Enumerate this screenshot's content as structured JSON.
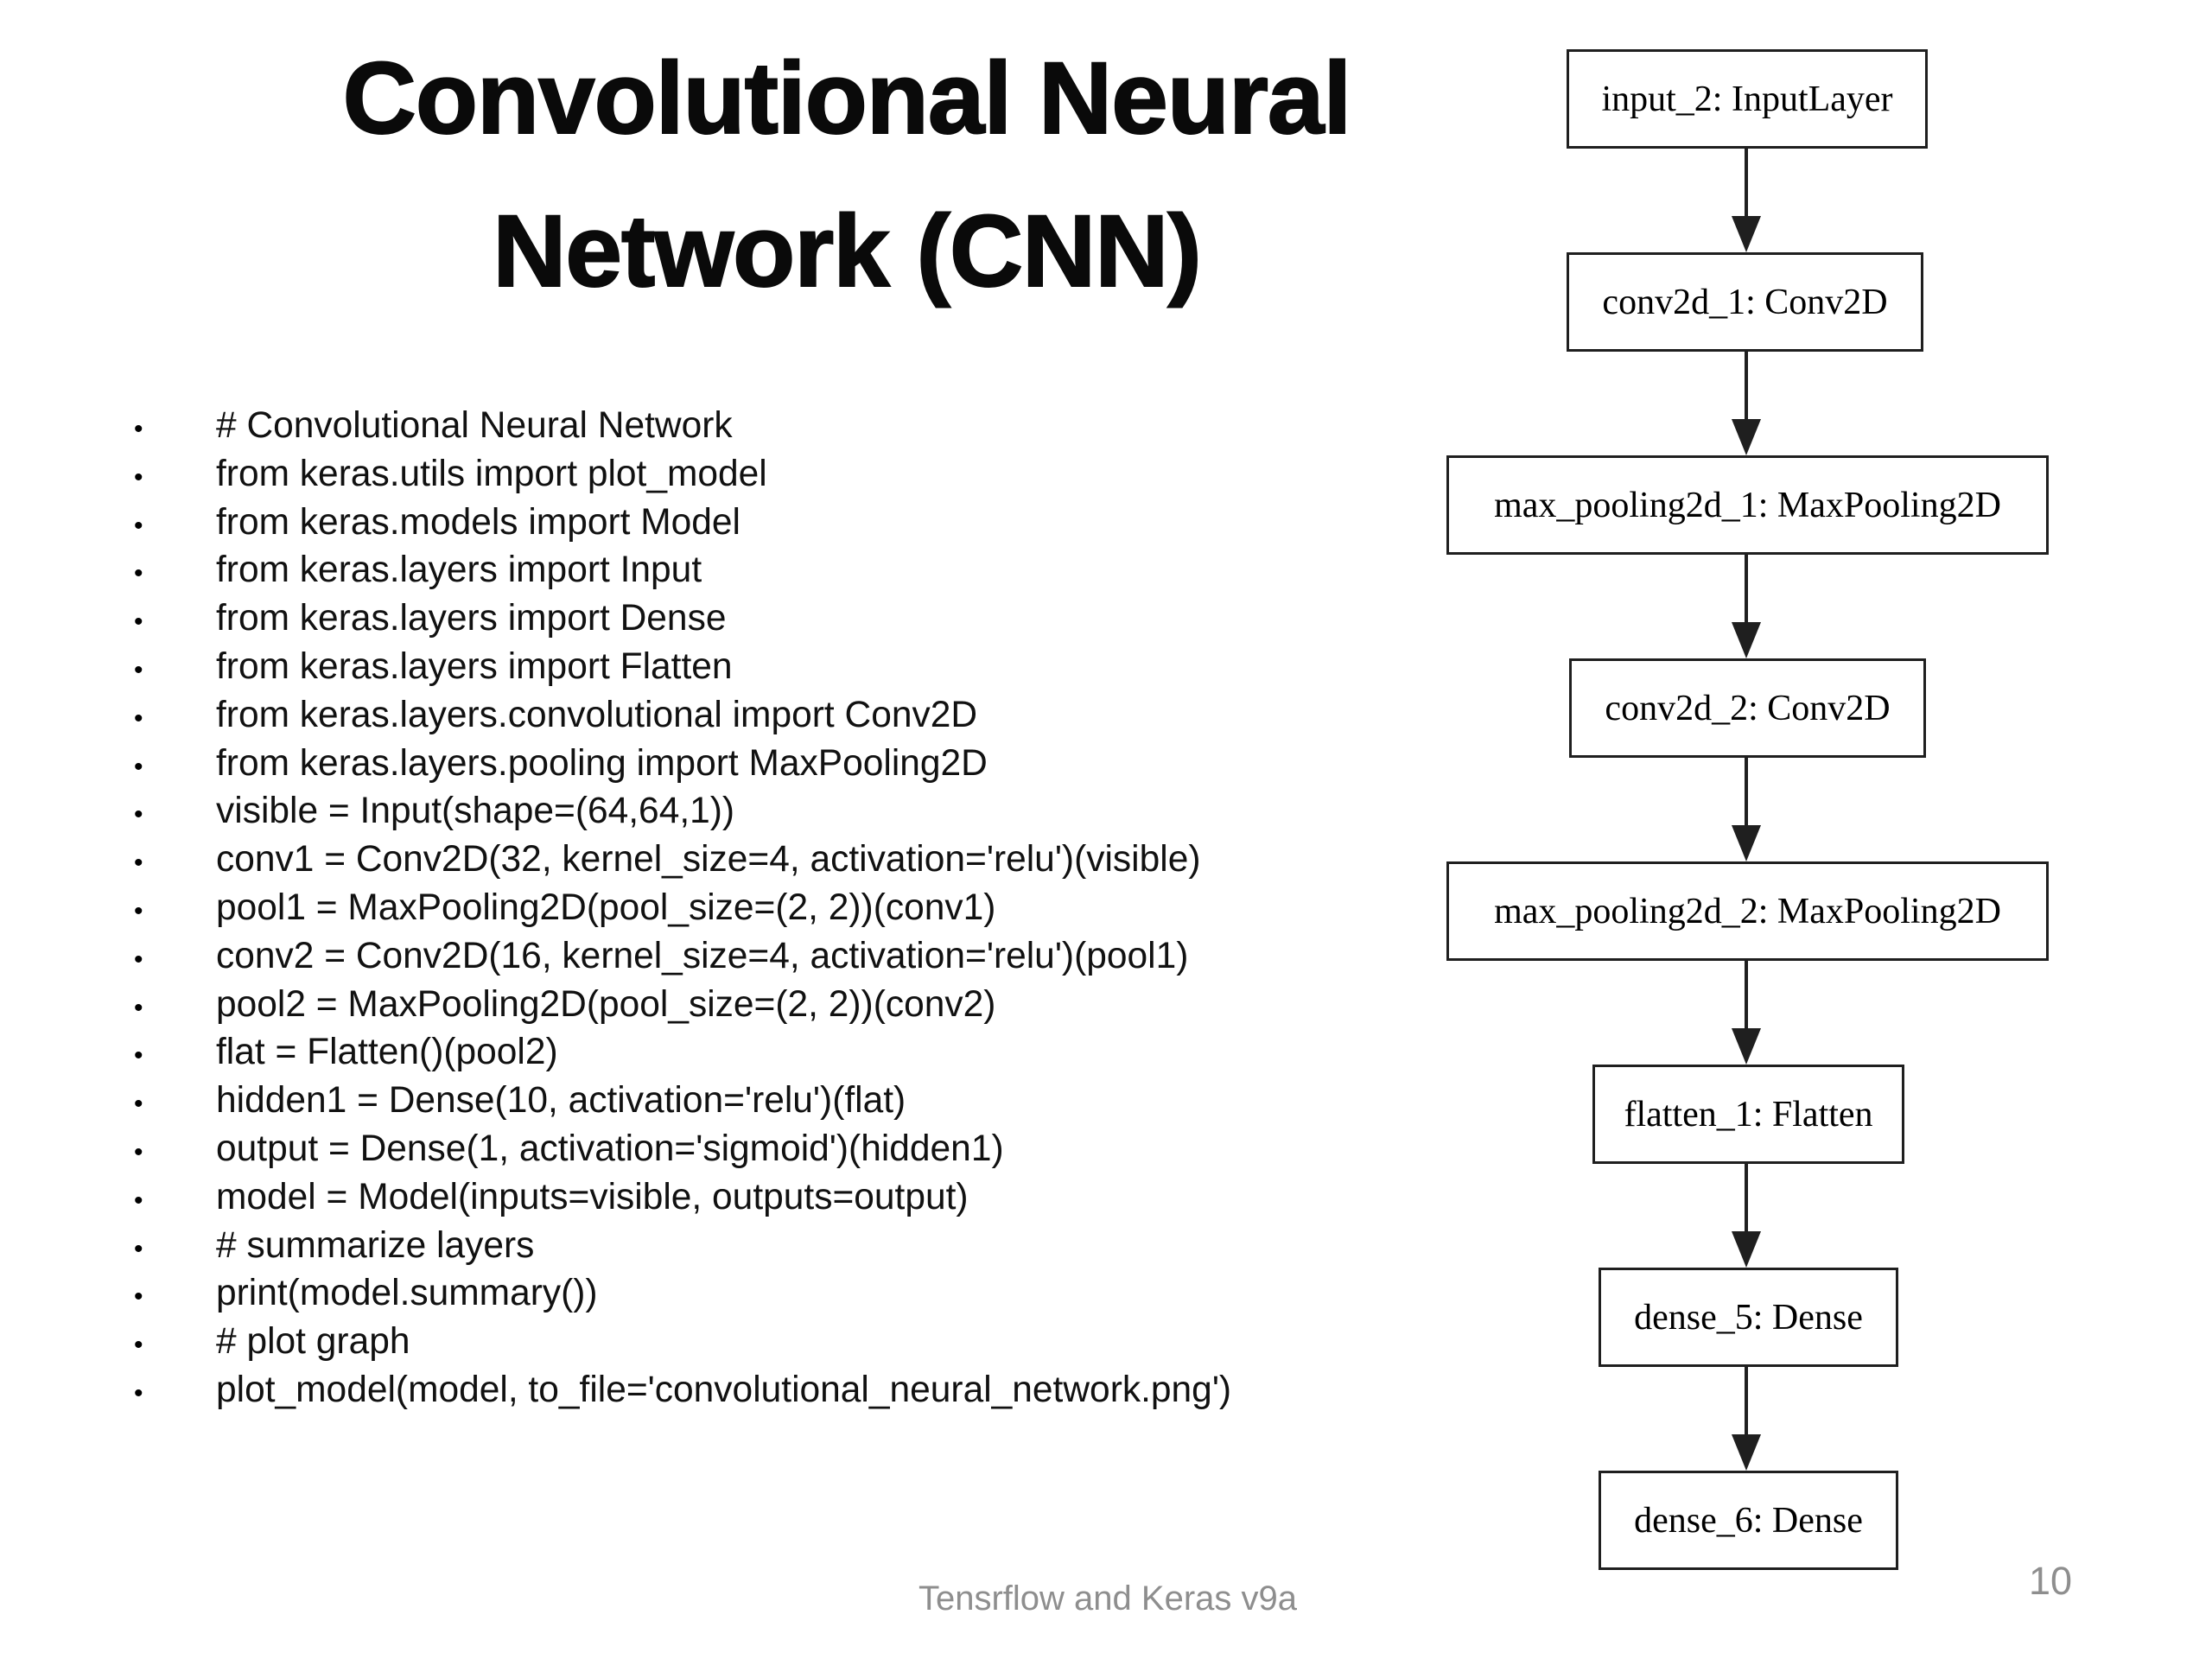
{
  "title": {
    "line1": "Convolutional Neural",
    "line2": "Network (CNN)"
  },
  "bullets": [
    "# Convolutional Neural Network",
    "from keras.utils import plot_model",
    "from keras.models import Model",
    "from keras.layers import Input",
    "from keras.layers import Dense",
    "from keras.layers import Flatten",
    "from keras.layers.convolutional import Conv2D",
    "from keras.layers.pooling import MaxPooling2D",
    "visible = Input(shape=(64,64,1))",
    "conv1 = Conv2D(32, kernel_size=4, activation='relu')(visible)",
    "pool1 = MaxPooling2D(pool_size=(2, 2))(conv1)",
    "conv2 = Conv2D(16, kernel_size=4, activation='relu')(pool1)",
    "pool2 = MaxPooling2D(pool_size=(2, 2))(conv2)",
    "flat = Flatten()(pool2)",
    "hidden1 = Dense(10, activation='relu')(flat)",
    "output = Dense(1, activation='sigmoid')(hidden1)",
    "model = Model(inputs=visible, outputs=output)",
    "# summarize layers",
    "print(model.summary())",
    "# plot graph",
    "plot_model(model, to_file='convolutional_neural_network.png')"
  ],
  "diagram": {
    "nodes": [
      {
        "label": "input_2: InputLayer"
      },
      {
        "label": "conv2d_1: Conv2D"
      },
      {
        "label": "max_pooling2d_1: MaxPooling2D"
      },
      {
        "label": "conv2d_2: Conv2D"
      },
      {
        "label": "max_pooling2d_2: MaxPooling2D"
      },
      {
        "label": "flatten_1: Flatten"
      },
      {
        "label": "dense_5: Dense"
      },
      {
        "label": "dense_6: Dense"
      }
    ]
  },
  "footer": {
    "text": "Tensrflow and Keras v9a",
    "page_number": "10"
  },
  "colors": {
    "bg": "#ffffff",
    "text": "#111111",
    "muted": "#8e8e8e",
    "border": "#1f1f1f"
  }
}
